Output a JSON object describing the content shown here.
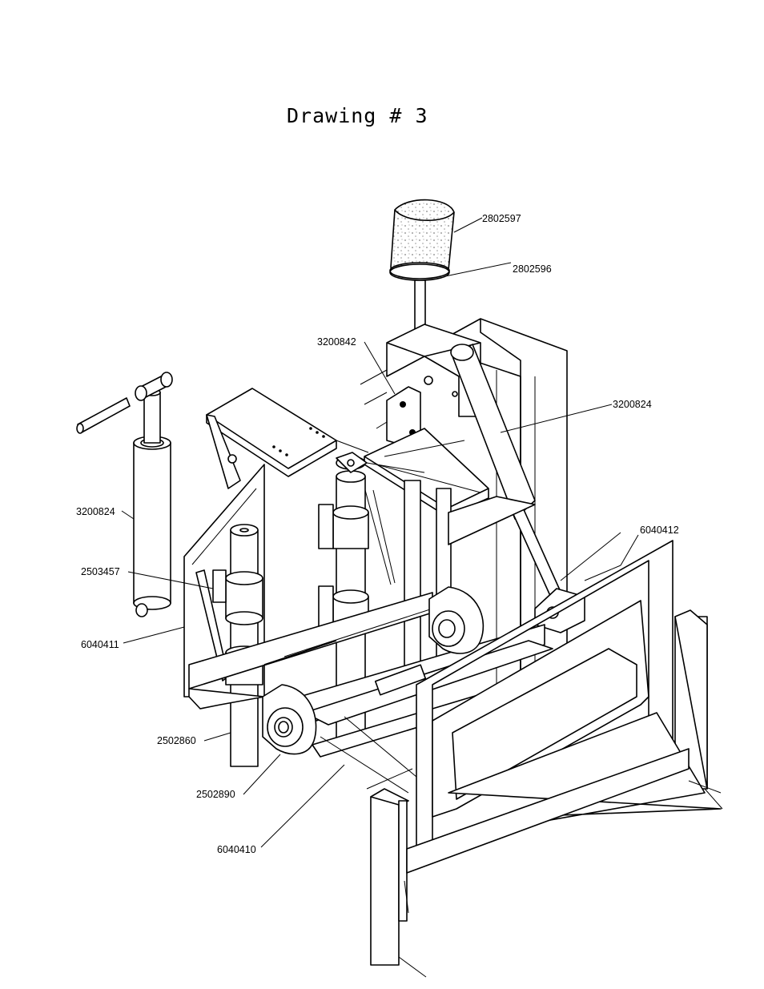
{
  "title": "Drawing # 3",
  "callouts": {
    "c2802597": "2802597",
    "c2802596": "2802596",
    "c3200842": "3200842",
    "c3200824_right": "3200824",
    "c3200824_left": "3200824",
    "c6040412": "6040412",
    "c2503457": "2503457",
    "c6040411": "6040411",
    "c2502860": "2502860",
    "c2502890": "2502890",
    "c6040410": "6040410"
  }
}
